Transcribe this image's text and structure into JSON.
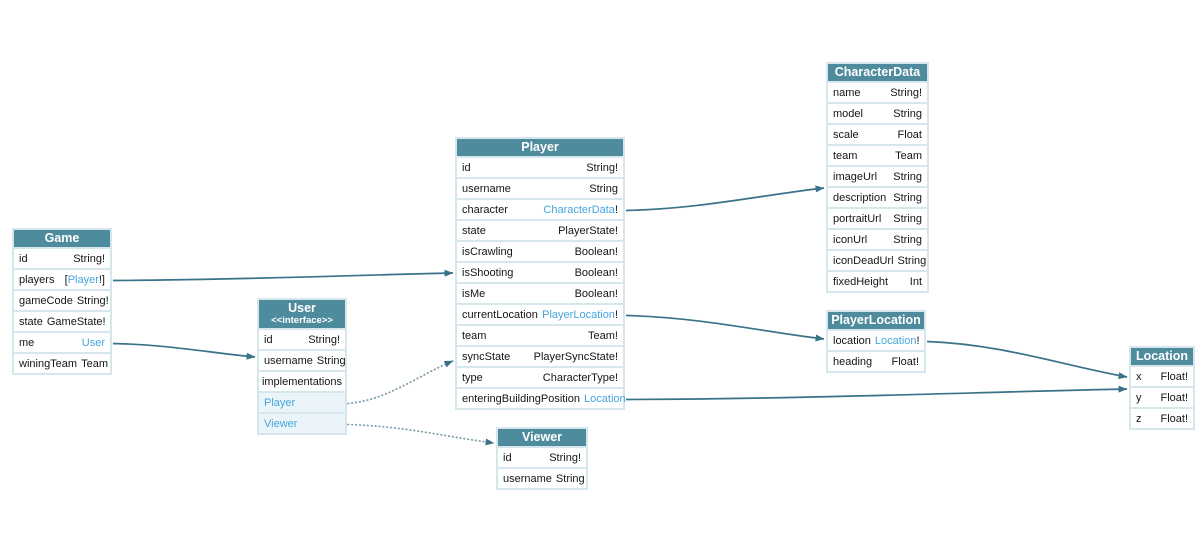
{
  "diagram": {
    "colors": {
      "header_bg": "#4e8b9d",
      "header_text": "#ffffff",
      "link": "#44a6de",
      "edge": "#3a7289",
      "edge_dotted": "#7d9fab",
      "row_bg": "#ffffff",
      "impl_row_bg": "#eaf4f9",
      "node_outline": "#d5e6ec"
    },
    "nodes": [
      {
        "id": "Game",
        "title": "Game",
        "fields": [
          {
            "name": "id",
            "type": "String!"
          },
          {
            "name": "players",
            "type": "[Player!]",
            "link": "Player"
          },
          {
            "name": "gameCode",
            "type": "String!"
          },
          {
            "name": "state",
            "type": "GameState!"
          },
          {
            "name": "me",
            "type": "User",
            "link": "User"
          },
          {
            "name": "winingTeam",
            "type": "Team"
          }
        ]
      },
      {
        "id": "User",
        "title": "User",
        "subtitle": "<<interface>>",
        "fields": [
          {
            "name": "id",
            "type": "String!"
          },
          {
            "name": "username",
            "type": "String"
          }
        ],
        "implementations_label": "implementations",
        "implementations": [
          "Player",
          "Viewer"
        ]
      },
      {
        "id": "Player",
        "title": "Player",
        "fields": [
          {
            "name": "id",
            "type": "String!"
          },
          {
            "name": "username",
            "type": "String"
          },
          {
            "name": "character",
            "type": "CharacterData!",
            "link": "CharacterData"
          },
          {
            "name": "state",
            "type": "PlayerState!"
          },
          {
            "name": "isCrawling",
            "type": "Boolean!"
          },
          {
            "name": "isShooting",
            "type": "Boolean!"
          },
          {
            "name": "isMe",
            "type": "Boolean!"
          },
          {
            "name": "currentLocation",
            "type": "PlayerLocation!",
            "link": "PlayerLocation"
          },
          {
            "name": "team",
            "type": "Team!"
          },
          {
            "name": "syncState",
            "type": "PlayerSyncState!"
          },
          {
            "name": "type",
            "type": "CharacterType!"
          },
          {
            "name": "enteringBuildingPosition",
            "type": "Location",
            "link": "Location"
          }
        ]
      },
      {
        "id": "CharacterData",
        "title": "CharacterData",
        "fields": [
          {
            "name": "name",
            "type": "String!"
          },
          {
            "name": "model",
            "type": "String"
          },
          {
            "name": "scale",
            "type": "Float"
          },
          {
            "name": "team",
            "type": "Team"
          },
          {
            "name": "imageUrl",
            "type": "String"
          },
          {
            "name": "description",
            "type": "String"
          },
          {
            "name": "portraitUrl",
            "type": "String"
          },
          {
            "name": "iconUrl",
            "type": "String"
          },
          {
            "name": "iconDeadUrl",
            "type": "String"
          },
          {
            "name": "fixedHeight",
            "type": "Int"
          }
        ]
      },
      {
        "id": "PlayerLocation",
        "title": "PlayerLocation",
        "fields": [
          {
            "name": "location",
            "type": "Location!",
            "link": "Location"
          },
          {
            "name": "heading",
            "type": "Float!"
          }
        ]
      },
      {
        "id": "Location",
        "title": "Location",
        "fields": [
          {
            "name": "x",
            "type": "Float!"
          },
          {
            "name": "y",
            "type": "Float!"
          },
          {
            "name": "z",
            "type": "Float!"
          }
        ]
      },
      {
        "id": "Viewer",
        "title": "Viewer",
        "fields": [
          {
            "name": "id",
            "type": "String!"
          },
          {
            "name": "username",
            "type": "String"
          }
        ]
      }
    ],
    "edges": [
      {
        "from": "Game.players",
        "to": "Player",
        "style": "solid"
      },
      {
        "from": "Game.me",
        "to": "User",
        "style": "solid"
      },
      {
        "from": "Player.character",
        "to": "CharacterData",
        "style": "solid"
      },
      {
        "from": "Player.currentLocation",
        "to": "PlayerLocation",
        "style": "solid"
      },
      {
        "from": "PlayerLocation.location",
        "to": "Location",
        "style": "solid"
      },
      {
        "from": "Player.enteringBuildingPosition",
        "to": "Location",
        "style": "solid"
      },
      {
        "from": "User.Player",
        "to": "Player",
        "style": "dotted"
      },
      {
        "from": "User.Viewer",
        "to": "Viewer",
        "style": "dotted"
      }
    ]
  }
}
